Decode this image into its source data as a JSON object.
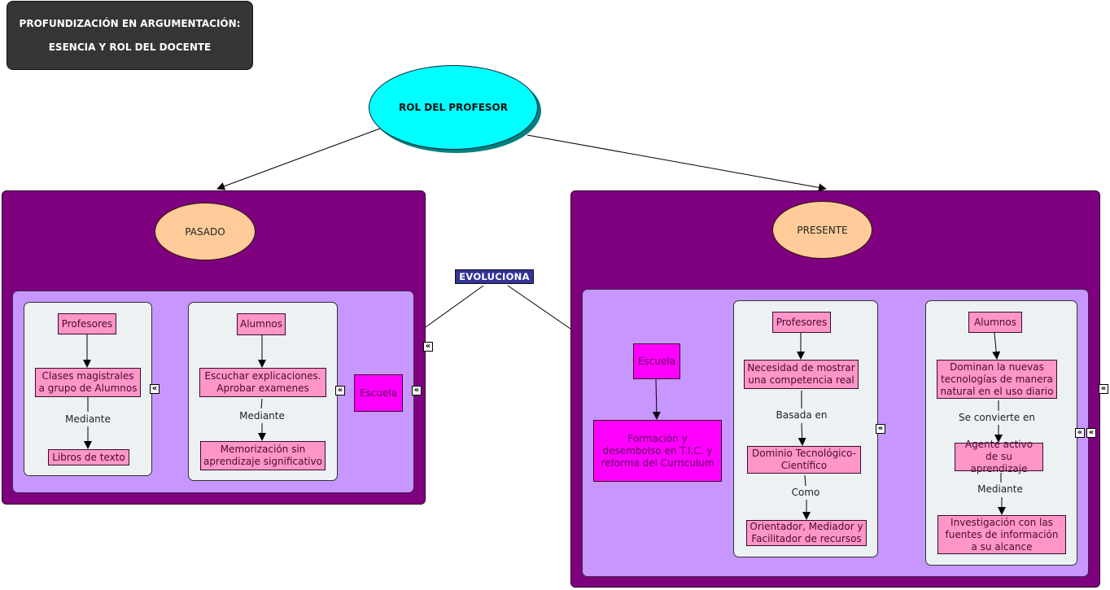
{
  "title": {
    "line1": "PROFUNDIZACIÓN EN ARGUMENTACIÓN:",
    "line2": "ESENCIA Y ROL DEL DOCENTE"
  },
  "root": {
    "label": "ROL DEL PROFESOR"
  },
  "link_label": "EVOLUCIONA",
  "collapse_glyph": "«",
  "colors": {
    "root": "#00ffff",
    "panel": "#7f007f",
    "inner": "#c896ff",
    "group": "#ecf2f4",
    "oval": "#ffcc99",
    "node": "#ff96c8",
    "school": "#ff00ff",
    "link_label_bg": "#333399",
    "title_bg": "#353535"
  },
  "pasado": {
    "label": "PASADO",
    "profesores": {
      "head": "Profesores",
      "node1": "Clases magistrales a grupo de Alumnos",
      "link": "Mediante",
      "node2": "Libros de texto"
    },
    "alumnos": {
      "head": "Alumnos",
      "node1": "Escuchar explicaciones. Aprobar examenes",
      "link": "Mediante",
      "node2": "Memorización sin aprendizaje significativo"
    },
    "escuela": "Escuela"
  },
  "presente": {
    "label": "PRESENTE",
    "escuela": {
      "head": "Escuela",
      "node1": "Formación y desembolso en T.I.C. y reforma del Curriculum"
    },
    "profesores": {
      "head": "Profesores",
      "node1": "Necesidad de mostrar una competencia real",
      "link1": "Basada en",
      "node2": "Dominio Tecnológico-Científico",
      "link2": "Como",
      "node3": "Orientador, Mediador y Facilitador de recursos"
    },
    "alumnos": {
      "head": "Alumnos",
      "node1": "Dominan la nuevas tecnologías de manera natural en el uso diario",
      "link1": "Se convierte en",
      "node2": "Agente activo de su aprendizaje",
      "link2": "Mediante",
      "node3": "Investigación con las fuentes de información a su alcance"
    }
  }
}
